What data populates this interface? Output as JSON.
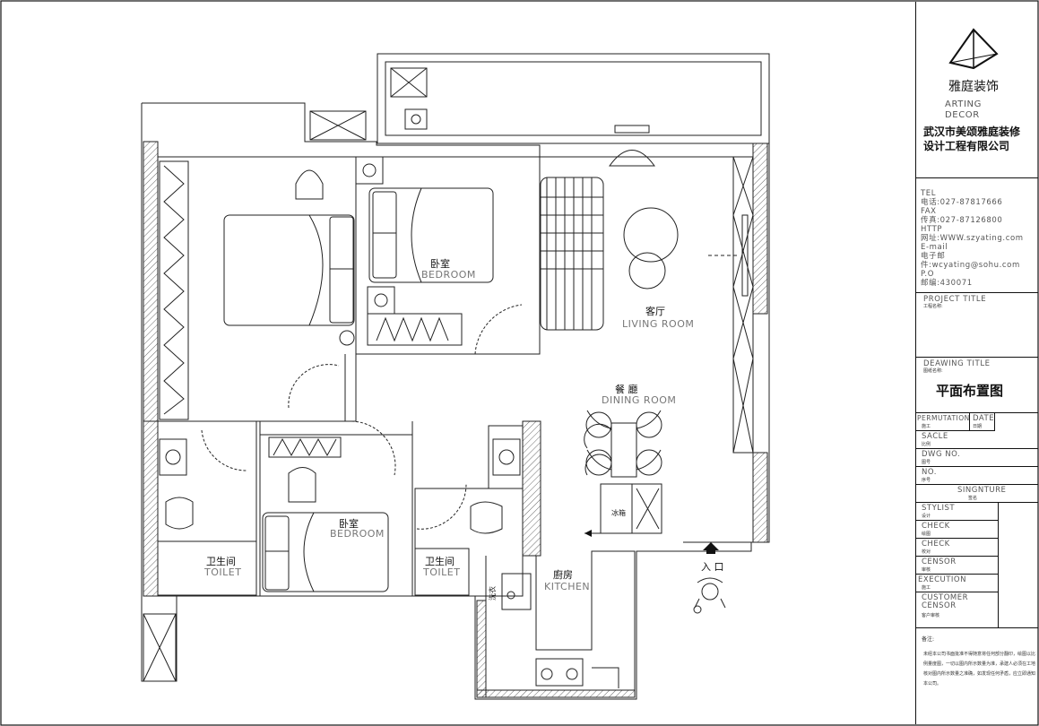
{
  "company": {
    "brand_cn": "雅庭装饰",
    "brand_en_1": "ARTING",
    "brand_en_2": "DECOR",
    "name_line1": "武汉市美颂雅庭装修",
    "name_line2": "设计工程有限公司",
    "logo_icon": "pyramid-logo-icon"
  },
  "contact": {
    "tel_label": "TEL",
    "tel_value": "电话:027-87817666",
    "fax_label": "FAX",
    "fax_value": "传真:027-87126800",
    "http_label": "HTTP",
    "http_value": "网址:WWW.szyating.com",
    "email_label": "E-mail",
    "email_value": "电子邮件:wcyating@sohu.com",
    "po_label": "P.O",
    "po_value": "邮编:430071"
  },
  "project": {
    "label_en": "PROJECT TITLE",
    "label_cn": "工程名称:"
  },
  "drawing": {
    "label_en": "DEAWING TITLE",
    "label_cn": "图纸名称:",
    "title": "平面布置图"
  },
  "fields": {
    "permutation_en": "PERMUTATION",
    "permutation_cn": "施工",
    "date_en": "DATE",
    "date_cn": "日期",
    "scale_en": "SACLE",
    "scale_cn": "比例",
    "dwg_en": "DWG NO.",
    "dwg_cn": "图号",
    "no_en": "NO.",
    "no_cn": "序号",
    "signature_en": "SINGNTURE",
    "signature_cn": "签名",
    "stylist_en": "STYLIST",
    "stylist_cn": "设计",
    "check1_en": "CHECK",
    "check1_cn": "绘图",
    "check2_en": "CHECK",
    "check2_cn": "校对",
    "censor_en": "CENSOR",
    "censor_cn": "审核",
    "execution_en": "EXECUTION",
    "execution_cn": "施工",
    "customer_en_1": "CUSTOMER",
    "customer_en_2": "CENSOR",
    "customer_cn": "客户审核"
  },
  "notes": {
    "title": "备注:",
    "line1": "未经本公司书面批准不得随意将任何部分翻印，绘图以比",
    "line2": "例量度图，一切以图内所示数量为准，承建人必须在工地",
    "line3": "核对图内所示数量之准确，如发现任何矛盾，应立即通知",
    "line4": "本公司。"
  },
  "rooms": {
    "bedroom1_cn": "卧室",
    "bedroom1_en": "BEDROOM",
    "living_cn": "客厅",
    "living_en": "LIVING ROOM",
    "dining_cn": "餐 廳",
    "dining_en": "DINING ROOM",
    "bedroom2_cn": "卧室",
    "bedroom2_en": "BEDROOM",
    "toilet1_cn": "卫生间",
    "toilet1_en": "TOILET",
    "toilet2_cn": "卫生间",
    "toilet2_en": "TOILET",
    "kitchen_cn": "廚房",
    "kitchen_en": "KITCHEN",
    "fridge": "冰箱",
    "entrance": "入 口",
    "washer": "洗衣"
  }
}
